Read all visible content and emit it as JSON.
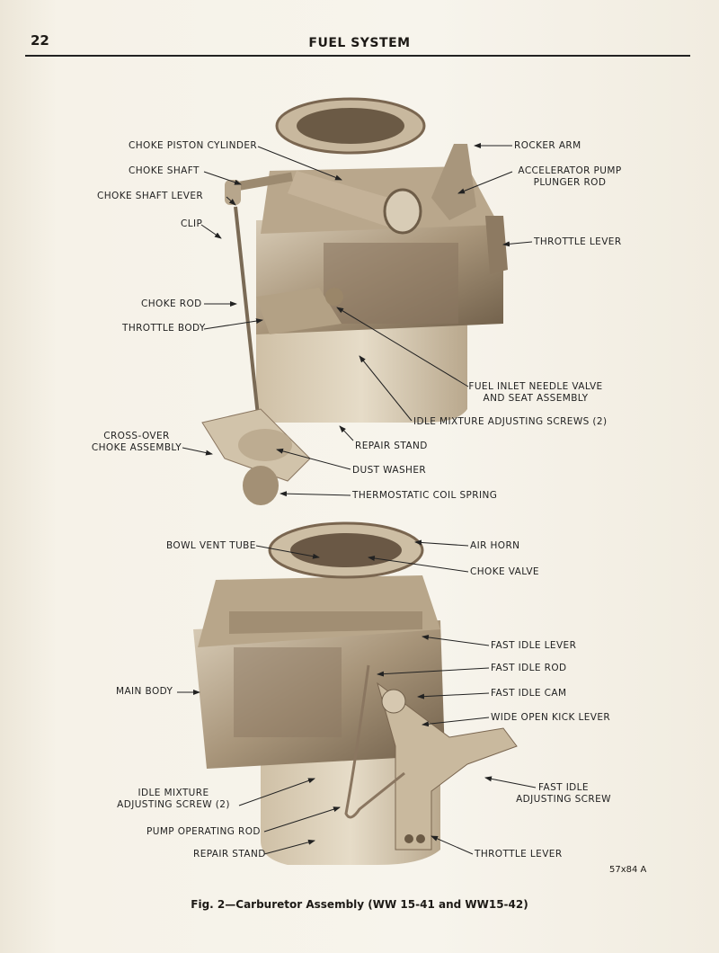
{
  "header": {
    "page_number": "22",
    "section_title": "FUEL SYSTEM"
  },
  "top_figure": {
    "labels": {
      "choke_piston_cylinder": "CHOKE PISTON CYLINDER",
      "choke_shaft": "CHOKE SHAFT",
      "choke_shaft_lever": "CHOKE SHAFT LEVER",
      "clip": "CLIP",
      "choke_rod": "CHOKE ROD",
      "throttle_body": "THROTTLE BODY",
      "rocker_arm": "ROCKER ARM",
      "accelerator_pump_1": "ACCELERATOR PUMP",
      "accelerator_pump_2": "PLUNGER ROD",
      "throttle_lever": "THROTTLE LEVER",
      "fuel_inlet_1": "FUEL INLET NEEDLE VALVE",
      "fuel_inlet_2": "AND SEAT ASSEMBLY",
      "idle_mixture_screws": "IDLE MIXTURE ADJUSTING SCREWS (2)",
      "repair_stand": "REPAIR STAND",
      "cross_over_1": "CROSS-OVER",
      "cross_over_2": "CHOKE ASSEMBLY",
      "dust_washer": "DUST WASHER",
      "thermostatic_coil_spring": "THERMOSTATIC COIL SPRING"
    }
  },
  "bottom_figure": {
    "labels": {
      "bowl_vent_tube": "BOWL VENT TUBE",
      "air_horn": "AIR HORN",
      "choke_valve": "CHOKE VALVE",
      "fast_idle_lever": "FAST IDLE LEVER",
      "fast_idle_rod": "FAST IDLE ROD",
      "fast_idle_cam": "FAST IDLE CAM",
      "wide_open_kick_lever": "WIDE OPEN KICK LEVER",
      "main_body": "MAIN BODY",
      "fast_idle_screw_1": "FAST IDLE",
      "fast_idle_screw_2": "ADJUSTING SCREW",
      "idle_mixture_1": "IDLE MIXTURE",
      "idle_mixture_2": "ADJUSTING SCREW (2)",
      "pump_operating_rod": "PUMP OPERATING ROD",
      "repair_stand": "REPAIR STAND",
      "throttle_lever": "THROTTLE LEVER"
    }
  },
  "figure_code": "57x84 A",
  "caption": "Fig. 2—Carburetor Assembly (WW 15-41 and WW15-42)"
}
